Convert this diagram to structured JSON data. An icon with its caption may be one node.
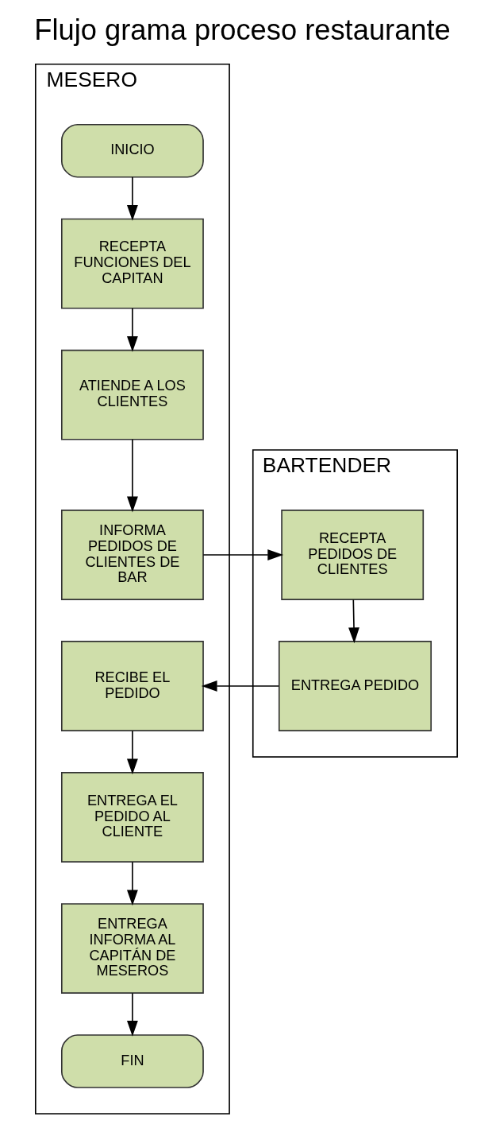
{
  "diagram": {
    "title": "Flujo grama proceso restaurante",
    "nodes": [
      {
        "text": [
          "MESERO"
        ]
      },
      {
        "text": [
          "BARTENDER"
        ]
      },
      {
        "text": [
          "INICIO"
        ],
        "in": 0
      },
      {
        "text": [
          "RECEPTA FUNCIONES DEL CAPITAN"
        ],
        "in": 0
      },
      {
        "text": [
          "ATIENDE A LOS CLIENTES"
        ],
        "in": 0
      },
      {
        "text": [
          "INFORMA PEDIDOS DE CLIENTES DE BAR"
        ],
        "in": 0
      },
      {
        "text": [
          "RECEPTA PEDIDOS DE CLIENTES"
        ],
        "in": 1
      },
      {
        "text": [
          "RECIBE EL PEDIDO"
        ],
        "in": 0
      },
      {
        "text": [
          "ENTREGA PEDIDO"
        ],
        "in": 1
      },
      {
        "text": [
          "ENTREGA EL PEDIDO AL CLIENTE"
        ],
        "in": 0
      },
      {
        "text": [
          "ENTREGA INFORMA AL CAPITÁN DE MESEROS"
        ],
        "in": 0
      },
      {
        "text": [
          "FIN"
        ],
        "in": 0
      }
    ],
    "edges": [
      {
        "from": 2,
        "to": 3,
        "arrow": "to"
      },
      {
        "from": 3,
        "to": 4,
        "arrow": "to"
      },
      {
        "from": 4,
        "to": 5,
        "arrow": "to"
      },
      {
        "from": 5,
        "to": 6,
        "arrow": "to"
      },
      {
        "from": 6,
        "to": 8,
        "arrow": "to"
      },
      {
        "from": 8,
        "to": 7,
        "arrow": "to"
      },
      {
        "from": 7,
        "to": 9,
        "arrow": "to"
      },
      {
        "from": 9,
        "to": 10,
        "arrow": "to"
      },
      {
        "from": 10,
        "to": 11,
        "arrow": "to"
      }
    ]
  }
}
